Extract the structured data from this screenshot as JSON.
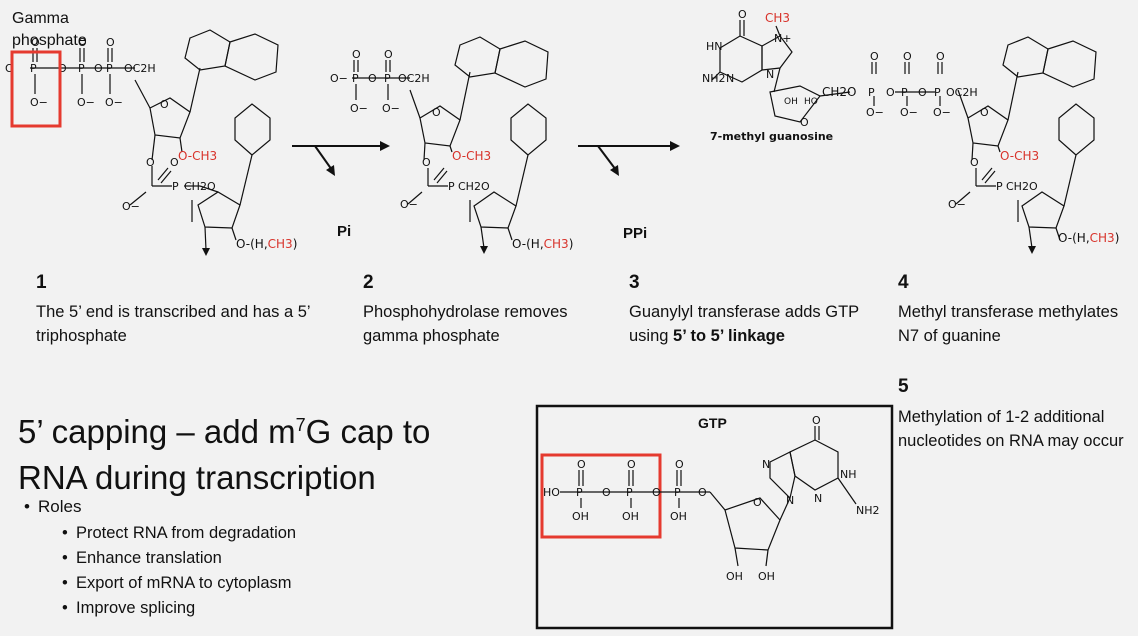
{
  "labels": {
    "gamma_phosphate": "Gamma phosphate",
    "pi": "Pi",
    "ppi": "PPi",
    "methyl_guanosine": "7-methyl guanosine",
    "gtp": "GTP",
    "ch3": "CH3",
    "o_ch3": "O-CH3",
    "o_h_ch3_open": "O-(H,",
    "o_h_ch3_close": ")",
    "oc2h": "OC2H",
    "ch2o": "CH2O",
    "nh": "NH",
    "nh2": "NH2",
    "hn": "HN",
    "oh": "OH",
    "ho": "HO",
    "n": "N",
    "n_plus": "N+",
    "p": "P",
    "o": "O",
    "o_minus": "O−"
  },
  "steps": [
    {
      "number": "1",
      "text": "The 5’ end is transcribed and has a 5’ triphosphate"
    },
    {
      "number": "2",
      "text": "Phosphohydrolase removes gamma phosphate"
    },
    {
      "number": "3",
      "text_before": "Guanylyl transferase adds GTP using ",
      "text_bold": "5’ to 5’ linkage"
    },
    {
      "number": "4",
      "text": "Methyl transferase methylates N7 of guanine"
    },
    {
      "number": "5",
      "text": "Methylation of 1-2 additional  nucleotides on RNA may occur"
    }
  ],
  "title": {
    "before": "5’ capping – add m",
    "sup": "7",
    "after": "G cap to RNA during transcription"
  },
  "roles": {
    "heading": "Roles",
    "items": [
      "Protect RNA from degradation",
      "Enhance translation",
      "Export of mRNA to cytoplasm",
      "Improve splicing"
    ]
  },
  "colors": {
    "highlight": "#e53a2f",
    "methyl": "#d8332b",
    "ink": "#111111"
  }
}
